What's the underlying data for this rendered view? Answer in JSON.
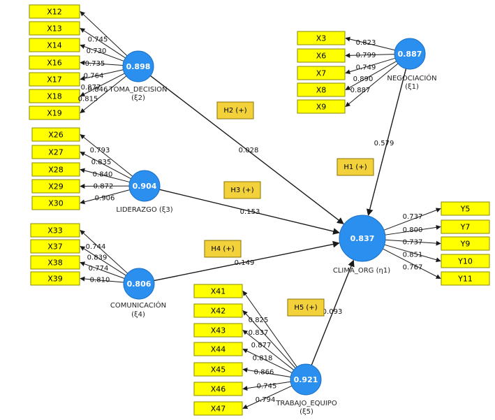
{
  "latents": [
    {
      "id": "toma",
      "value": "0.898",
      "label": "TOMA_DECISION",
      "sub": "(ξ2)"
    },
    {
      "id": "neg",
      "value": "0.887",
      "label": "NEGOCIACIÓN",
      "sub": "(ξ1)"
    },
    {
      "id": "lid",
      "value": "0.904",
      "label": "LIDERAZGO (ξ3)",
      "sub": ""
    },
    {
      "id": "com",
      "value": "0.806",
      "label": "COMUNICACIÓN",
      "sub": "(ξ4)"
    },
    {
      "id": "clima",
      "value": "0.837",
      "label": "CLIMA_ORG (η1)",
      "sub": ""
    },
    {
      "id": "trab",
      "value": "0.921",
      "label": "TRABAJO_EQUIPO",
      "sub": "(ξ5)"
    }
  ],
  "indicators": {
    "toma": [
      {
        "label": "X12",
        "loading": ""
      },
      {
        "label": "X13",
        "loading": "0.745"
      },
      {
        "label": "X14",
        "loading": "0.730"
      },
      {
        "label": "X16",
        "loading": "0.735"
      },
      {
        "label": "X17",
        "loading": "0.764"
      },
      {
        "label": "X18",
        "loading": "0.877"
      },
      {
        "label": "X19",
        "loading": "0.815"
      }
    ],
    "toma_extra_loading": "0.846",
    "neg": [
      {
        "label": "X3",
        "loading": "0.823"
      },
      {
        "label": "X6",
        "loading": "0.799"
      },
      {
        "label": "X7",
        "loading": "0.749"
      },
      {
        "label": "X8",
        "loading": "0.890"
      },
      {
        "label": "X9",
        "loading": "0.887"
      }
    ],
    "lid": [
      {
        "label": "X26",
        "loading": "0.793"
      },
      {
        "label": "X27",
        "loading": "0.835"
      },
      {
        "label": "X28",
        "loading": "0.840"
      },
      {
        "label": "X29",
        "loading": "0.872"
      },
      {
        "label": "X30",
        "loading": "0.906"
      }
    ],
    "com": [
      {
        "label": "X33",
        "loading": "0.744"
      },
      {
        "label": "X37",
        "loading": "0.839"
      },
      {
        "label": "X38",
        "loading": "0.774"
      },
      {
        "label": "X39",
        "loading": "0.810"
      }
    ],
    "clima": [
      {
        "label": "Y5",
        "loading": "0.737"
      },
      {
        "label": "Y7",
        "loading": "0.800"
      },
      {
        "label": "Y9",
        "loading": "0.737"
      },
      {
        "label": "Y10",
        "loading": "0.851"
      },
      {
        "label": "Y11",
        "loading": "0.767"
      }
    ],
    "trab": [
      {
        "label": "X41",
        "loading": "0.825"
      },
      {
        "label": "X42",
        "loading": "0.837"
      },
      {
        "label": "X43",
        "loading": "0.877"
      },
      {
        "label": "X44",
        "loading": "0.818"
      },
      {
        "label": "X45",
        "loading": "0.866"
      },
      {
        "label": "X46",
        "loading": "0.745"
      },
      {
        "label": "X47",
        "loading": "0.794"
      }
    ]
  },
  "hypotheses": [
    {
      "id": "H1",
      "label": "H1 (+)",
      "coef": "0.579",
      "from": "neg"
    },
    {
      "id": "H2",
      "label": "H2 (+)",
      "coef": "0.028",
      "from": "toma"
    },
    {
      "id": "H3",
      "label": "H3 (+)",
      "coef": "0.153",
      "from": "lid"
    },
    {
      "id": "H4",
      "label": "H4 (+)",
      "coef": "0.149",
      "from": "com"
    },
    {
      "id": "H5",
      "label": "H5 (+)",
      "coef": "0.093",
      "from": "trab"
    }
  ]
}
